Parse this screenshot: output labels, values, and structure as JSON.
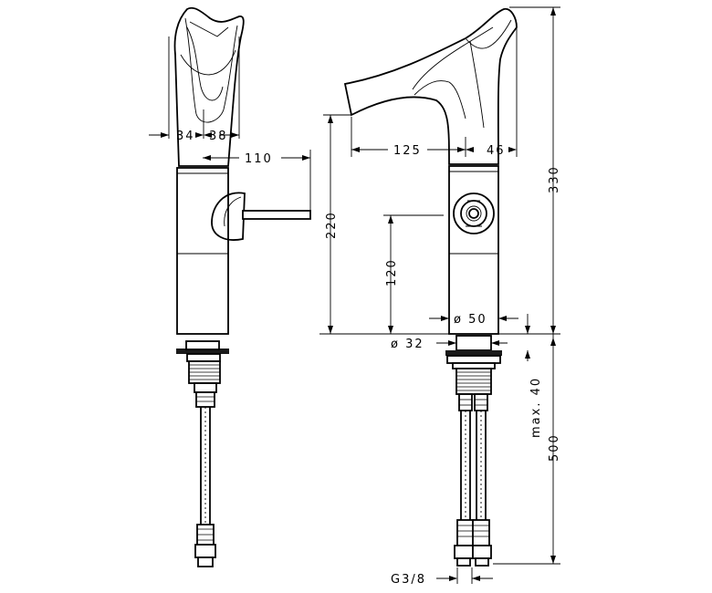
{
  "dimensions": {
    "spout_width_left": "34",
    "spout_width_right": "38",
    "handle_reach": "110",
    "total_height": "330",
    "body_height": "220",
    "spout_projection": "125",
    "spout_tip_width": "46",
    "handle_center_height": "120",
    "body_diameter": "ø 50",
    "shank_diameter": "ø 32",
    "max_deck_thickness": "max. 40",
    "hose_length": "500",
    "connection_thread": "G3/8"
  }
}
